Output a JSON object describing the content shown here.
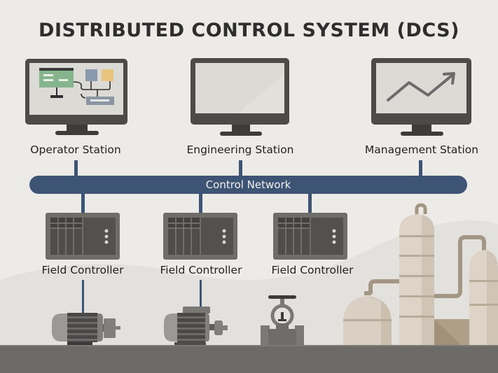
{
  "title": "DISTRIBUTED CONTROL SYSTEM (DCS)",
  "stations": [
    {
      "label": "Operator Station",
      "screen": "process-diagram"
    },
    {
      "label": "Engineering Station",
      "screen": "blank"
    },
    {
      "label": "Management Station",
      "screen": "trend-chart"
    }
  ],
  "network": {
    "label": "Control Network"
  },
  "controllers": [
    {
      "label": "Field Controller",
      "field_device": "motor"
    },
    {
      "label": "Field Controller",
      "field_device": "pump"
    },
    {
      "label": "Field Controller",
      "field_device": "valve"
    }
  ],
  "plant": {
    "equipment": [
      "storage-tank",
      "distillation-column",
      "reactor-vessel"
    ]
  },
  "colors": {
    "background": "#ecebe8",
    "network": "#3e5474",
    "monitor": "#4d4b48",
    "screen": "#dcdad5",
    "controller": "#6e6d6a",
    "tank": "#d9cfc2",
    "pipe": "#a49684",
    "ground": "#6c6b68"
  }
}
